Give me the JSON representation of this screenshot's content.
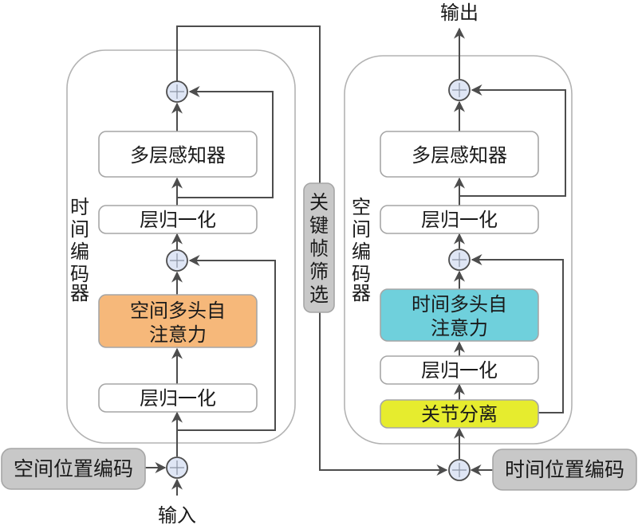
{
  "colors": {
    "line": "#4d4d4d",
    "panel_border": "#b3b3b3",
    "box_border": "#a6a6a6",
    "plus_fill": "#dfe6f5",
    "gray_box": "#c8c8c8",
    "orange": "#f6b87a",
    "cyan": "#6fd0dc",
    "yellow": "#e6ec2e"
  },
  "labels": {
    "output": "输出",
    "input": "输入",
    "temporal_encoder": [
      "时",
      "间",
      "编",
      "码",
      "器"
    ],
    "spatial_encoder": [
      "空",
      "间",
      "编",
      "码",
      "器"
    ],
    "keyframe_filter": [
      "关",
      "键",
      "帧",
      "筛",
      "选"
    ],
    "spatial_pos_encoding": "空间位置编码",
    "temporal_pos_encoding": "时间位置编码"
  },
  "left_encoder": {
    "mlp": "多层感知器",
    "layer_norm_top": "层归一化",
    "attention_line1": "空间多头自",
    "attention_line2": "注意力",
    "layer_norm_bottom": "层归一化"
  },
  "right_encoder": {
    "mlp": "多层感知器",
    "layer_norm_top": "层归一化",
    "attention_line1": "时间多头自",
    "attention_line2": "注意力",
    "layer_norm_bottom": "层归一化",
    "joint_separation": "关节分离"
  }
}
